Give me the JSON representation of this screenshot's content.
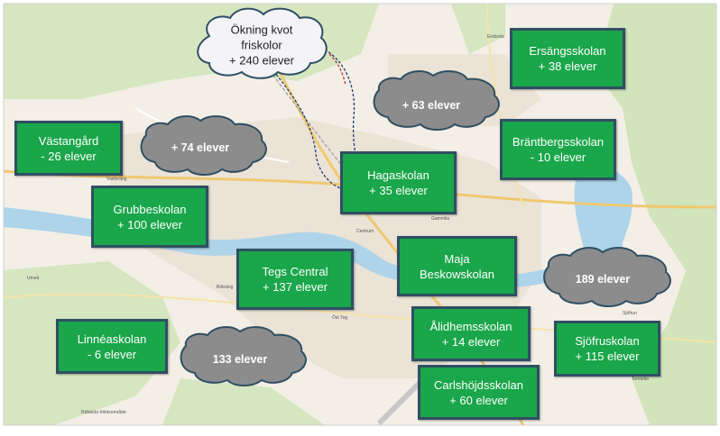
{
  "map": {
    "water_color": "#aed4ea",
    "land_color": "#f3efe6",
    "forest_color": "#cfe3b9",
    "urban_color": "#e8e0d4"
  },
  "style": {
    "box_fill": "#1aa64a",
    "box_border": "#2f4f63",
    "cloud_fill": "#8c8c8c",
    "cloud_border": "#2f4f63"
  },
  "note": {
    "line1": "Ökning kvot",
    "line2": "friskolor",
    "line3": "+ 240 elever"
  },
  "schools": [
    {
      "name": "Ersängsskolan",
      "change": "+ 38 elever"
    },
    {
      "name": "Västangård",
      "change": "- 26 elever"
    },
    {
      "name": "Bräntbergsskolan",
      "change": "- 10 elever"
    },
    {
      "name": "Hagaskolan",
      "change": "+ 35 elever"
    },
    {
      "name": "Grubbeskolan",
      "change": "+ 100 elever"
    },
    {
      "name": "Maja",
      "change": "Beskowskolan"
    },
    {
      "name": "Tegs Central",
      "change": "+ 137 elever"
    },
    {
      "name": "Ålidhemsskolan",
      "change": "+ 14 elever"
    },
    {
      "name": "Linnéaskolan",
      "change": "- 6 elever"
    },
    {
      "name": "Sjöfruskolan",
      "change": "+ 115 elever"
    },
    {
      "name": "Carlshöjdsskolan",
      "change": "+ 60 elever"
    }
  ],
  "clouds": [
    {
      "label": "+ 63 elever"
    },
    {
      "label": "+ 74 elever"
    },
    {
      "label": "189 elever"
    },
    {
      "label": "133 elever"
    }
  ],
  "map_labels": [
    "Ersboda",
    "Vasteräng",
    "Umeå",
    "Gammlia",
    "Centrum",
    "Öst Teg",
    "Böleäng",
    "Tomtebo",
    "Sjöfrun",
    "Röbäcks fritidsområde"
  ]
}
